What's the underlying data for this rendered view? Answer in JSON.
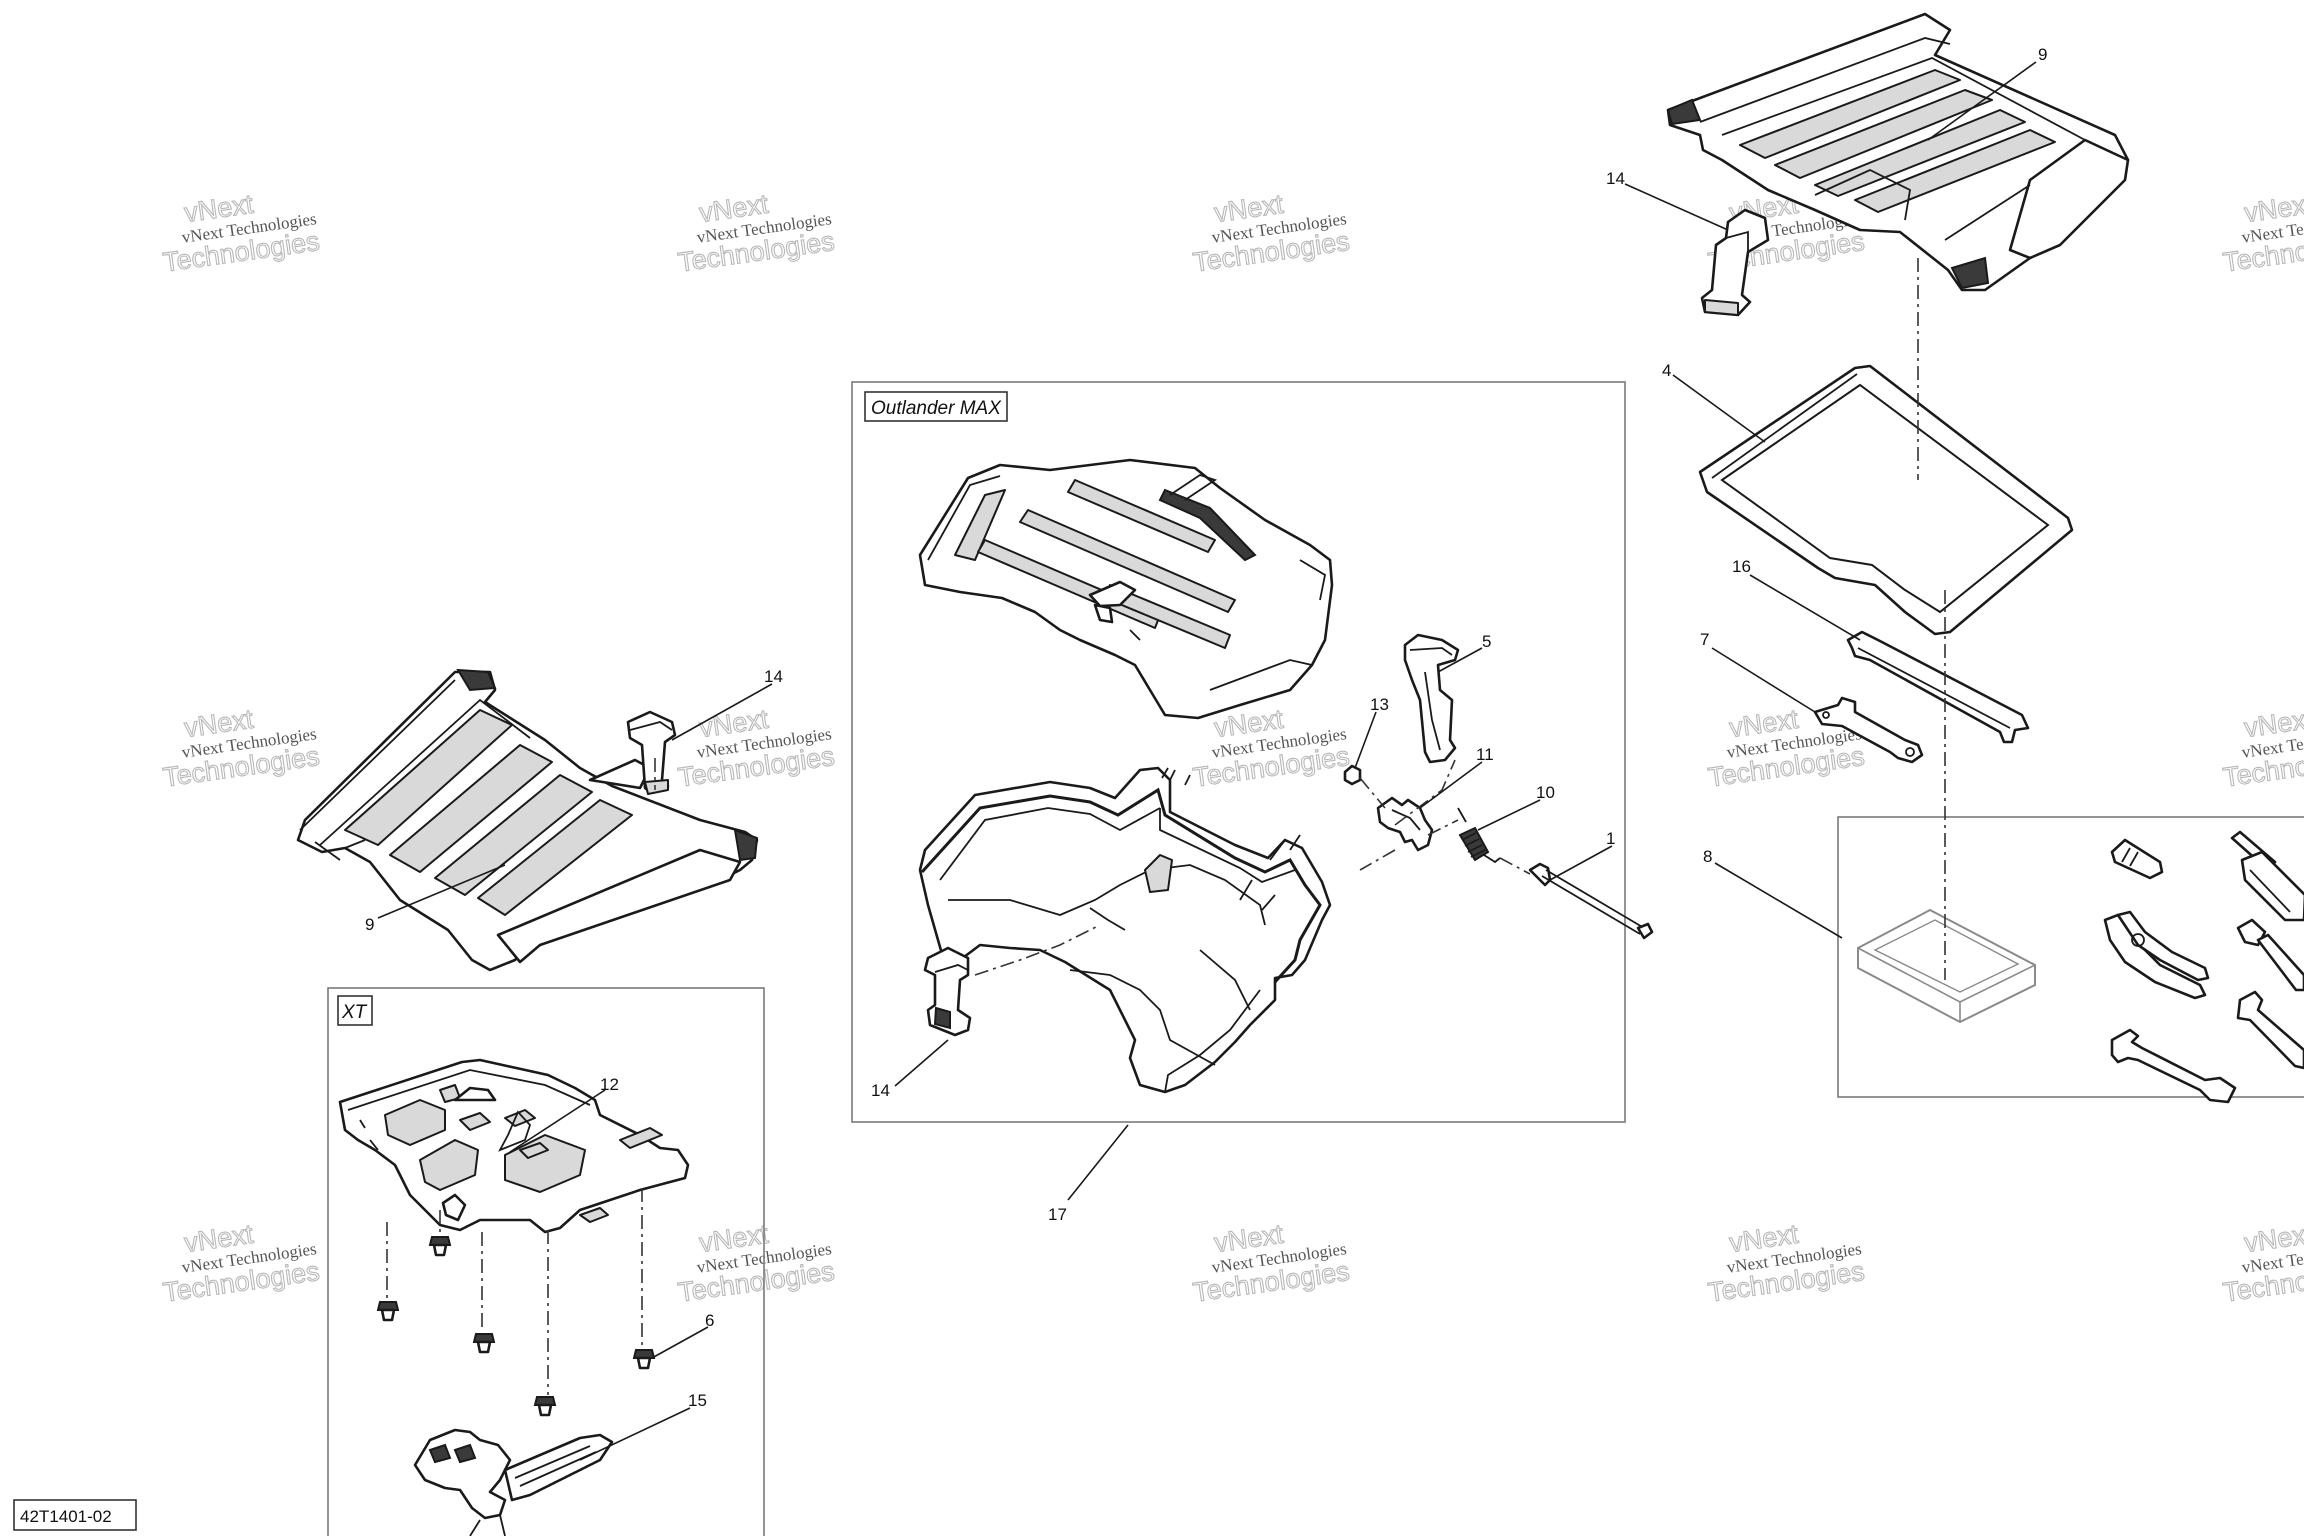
{
  "diagram": {
    "drawing_code": "42T1401-02",
    "group_labels": {
      "outlander_max": "Outlander MAX",
      "xt": "XT"
    },
    "watermark": {
      "line1": "vNext Technologies",
      "line2": "Technologies",
      "outline_top": "vNext"
    },
    "callouts": [
      {
        "id": "c9-top",
        "text": "9"
      },
      {
        "id": "c14-top",
        "text": "14"
      },
      {
        "id": "c4",
        "text": "4"
      },
      {
        "id": "c16",
        "text": "16"
      },
      {
        "id": "c7",
        "text": "7"
      },
      {
        "id": "c8",
        "text": "8"
      },
      {
        "id": "c14-left",
        "text": "14"
      },
      {
        "id": "c9-left",
        "text": "9"
      },
      {
        "id": "c5",
        "text": "5"
      },
      {
        "id": "c13",
        "text": "13"
      },
      {
        "id": "c11",
        "text": "11"
      },
      {
        "id": "c10",
        "text": "10"
      },
      {
        "id": "c1",
        "text": "1"
      },
      {
        "id": "c14-mid",
        "text": "14"
      },
      {
        "id": "c17",
        "text": "17"
      },
      {
        "id": "c12",
        "text": "12"
      },
      {
        "id": "c6",
        "text": "6"
      },
      {
        "id": "c15",
        "text": "15"
      }
    ]
  }
}
